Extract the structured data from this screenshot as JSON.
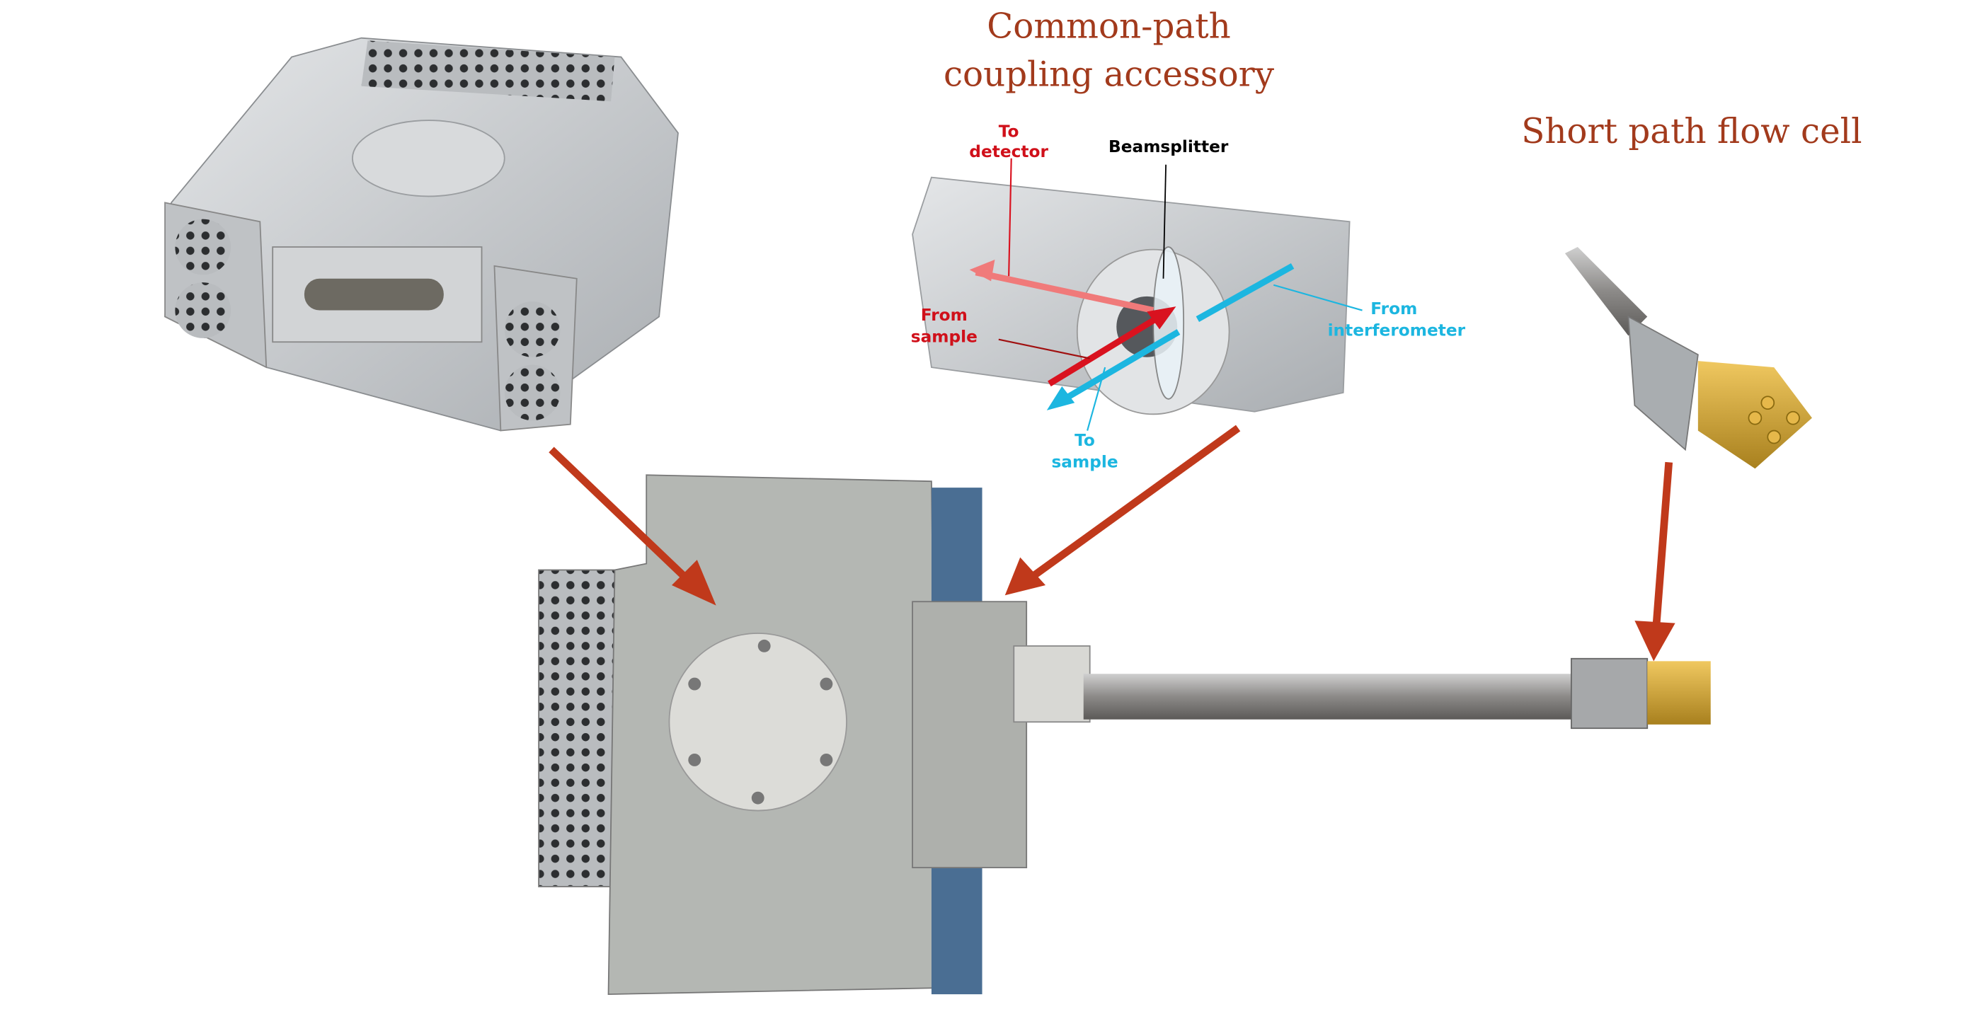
{
  "titles": {
    "coupling_line1": "Common-path",
    "coupling_line2": "coupling accessory",
    "flow_cell": "Short path flow cell"
  },
  "labels": {
    "to_detector_1": "To",
    "to_detector_2": "detector",
    "beamsplitter": "Beamsplitter",
    "from_sample_1": "From",
    "from_sample_2": "sample",
    "from_interferometer_1": "From",
    "from_interferometer_2": "interferometer",
    "to_sample_1": "To",
    "to_sample_2": "sample"
  },
  "colors": {
    "title": "#a23a1c",
    "pointer_arrow": "#c0391b",
    "red_beam": "#d9121f",
    "cyan_beam": "#1cb6e0",
    "metal": "#c8cbce"
  }
}
